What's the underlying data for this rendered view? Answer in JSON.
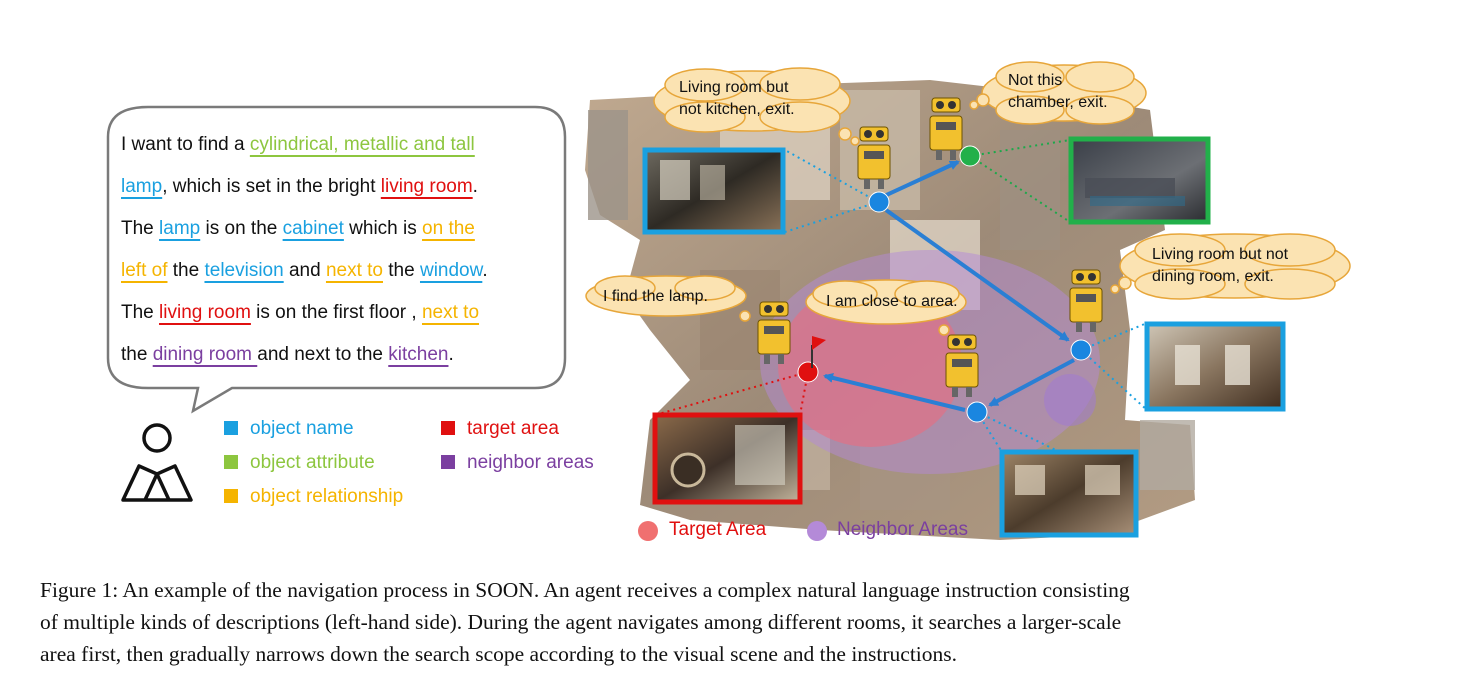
{
  "instruction": {
    "l1_a": "I want to find a ",
    "l1_attr": "cylindrical, metallic and tall",
    "l2_obj": "lamp",
    "l2_b": ", which is set in the bright ",
    "l2_tgt": "living room",
    "l2_c": ".",
    "l3_a": "The ",
    "l3_obj1": "lamp",
    "l3_b": " is on the ",
    "l3_obj2": "cabinet",
    "l3_c": " which is ",
    "l3_rel": "on the",
    "l4_rel": "left of",
    "l4_a": " the ",
    "l4_obj1": "television",
    "l4_b": " and ",
    "l4_rel2": "next to",
    "l4_c": " the ",
    "l4_obj2": "window",
    "l4_d": ".",
    "l5_a": "The ",
    "l5_tgt": "living room",
    "l5_b": " is on the first floor , ",
    "l5_rel": "next to",
    "l6_a": "the ",
    "l6_nb1": "dining room ",
    "l6_b": "and next to the ",
    "l6_nb2": "kitchen",
    "l6_c": "."
  },
  "legend": {
    "object_name": "object name",
    "object_attribute": "object attribute",
    "object_relationship": "object relationship",
    "target_area": "target area",
    "neighbor_areas": "neighbor areas"
  },
  "thoughts": {
    "kitchen_line1": "Living room but",
    "kitchen_line2": "not kitchen, exit.",
    "chamber_line1": "Not this",
    "chamber_line2": "chamber, exit.",
    "dining_line1": "Living room but not",
    "dining_line2": "dining room, exit.",
    "find": "I find the lamp.",
    "close": "I am close to area."
  },
  "map_legend": {
    "target": "Target Area",
    "neighbor": "Neighbor Areas"
  },
  "caption": {
    "line1": "Figure 1: An example of the navigation process in SOON. An agent receives a complex natural language instruction consisting",
    "line2": "of multiple kinds of descriptions (left-hand side). During the agent navigates among different rooms, it searches a larger-scale",
    "line3": "area first, then gradually narrows down the search scope according to the visual scene and the instructions."
  },
  "colors": {
    "object_name": "#1aa0e0",
    "object_attribute": "#8dc63f",
    "object_relationship": "#f5b400",
    "target_area": "#e01010",
    "neighbor_areas": "#7b3fa0"
  }
}
